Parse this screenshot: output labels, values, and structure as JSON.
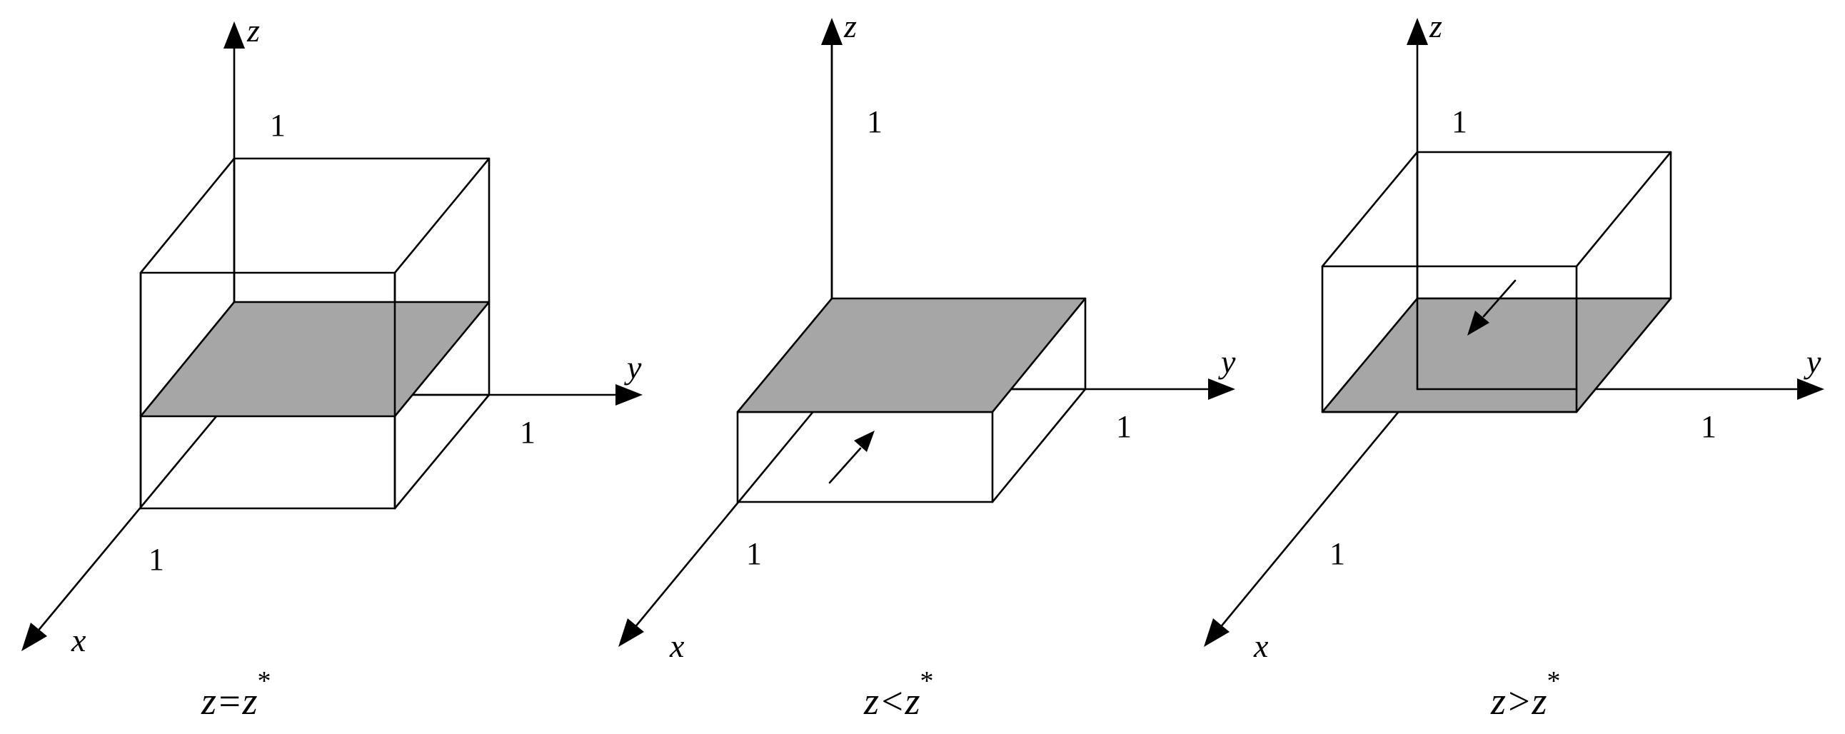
{
  "panels": [
    {
      "id": "equal",
      "axis_labels": {
        "z": "z",
        "y": "y",
        "x": "x"
      },
      "ticks": {
        "z": "1",
        "y": "1",
        "x": "1"
      },
      "caption": {
        "main": "z=z",
        "sup": "*"
      }
    },
    {
      "id": "less",
      "axis_labels": {
        "z": "z",
        "y": "y",
        "x": "x"
      },
      "ticks": {
        "z": "1",
        "y": "1",
        "x": "1"
      },
      "caption": {
        "main": "z<z",
        "sup": "*"
      }
    },
    {
      "id": "greater",
      "axis_labels": {
        "z": "z",
        "y": "y",
        "x": "x"
      },
      "ticks": {
        "z": "1",
        "y": "1",
        "x": "1"
      },
      "caption": {
        "main": "z>z",
        "sup": "*"
      }
    }
  ],
  "colors": {
    "plane": "#a6a6a6",
    "lines": "#000000",
    "background": "#ffffff"
  }
}
